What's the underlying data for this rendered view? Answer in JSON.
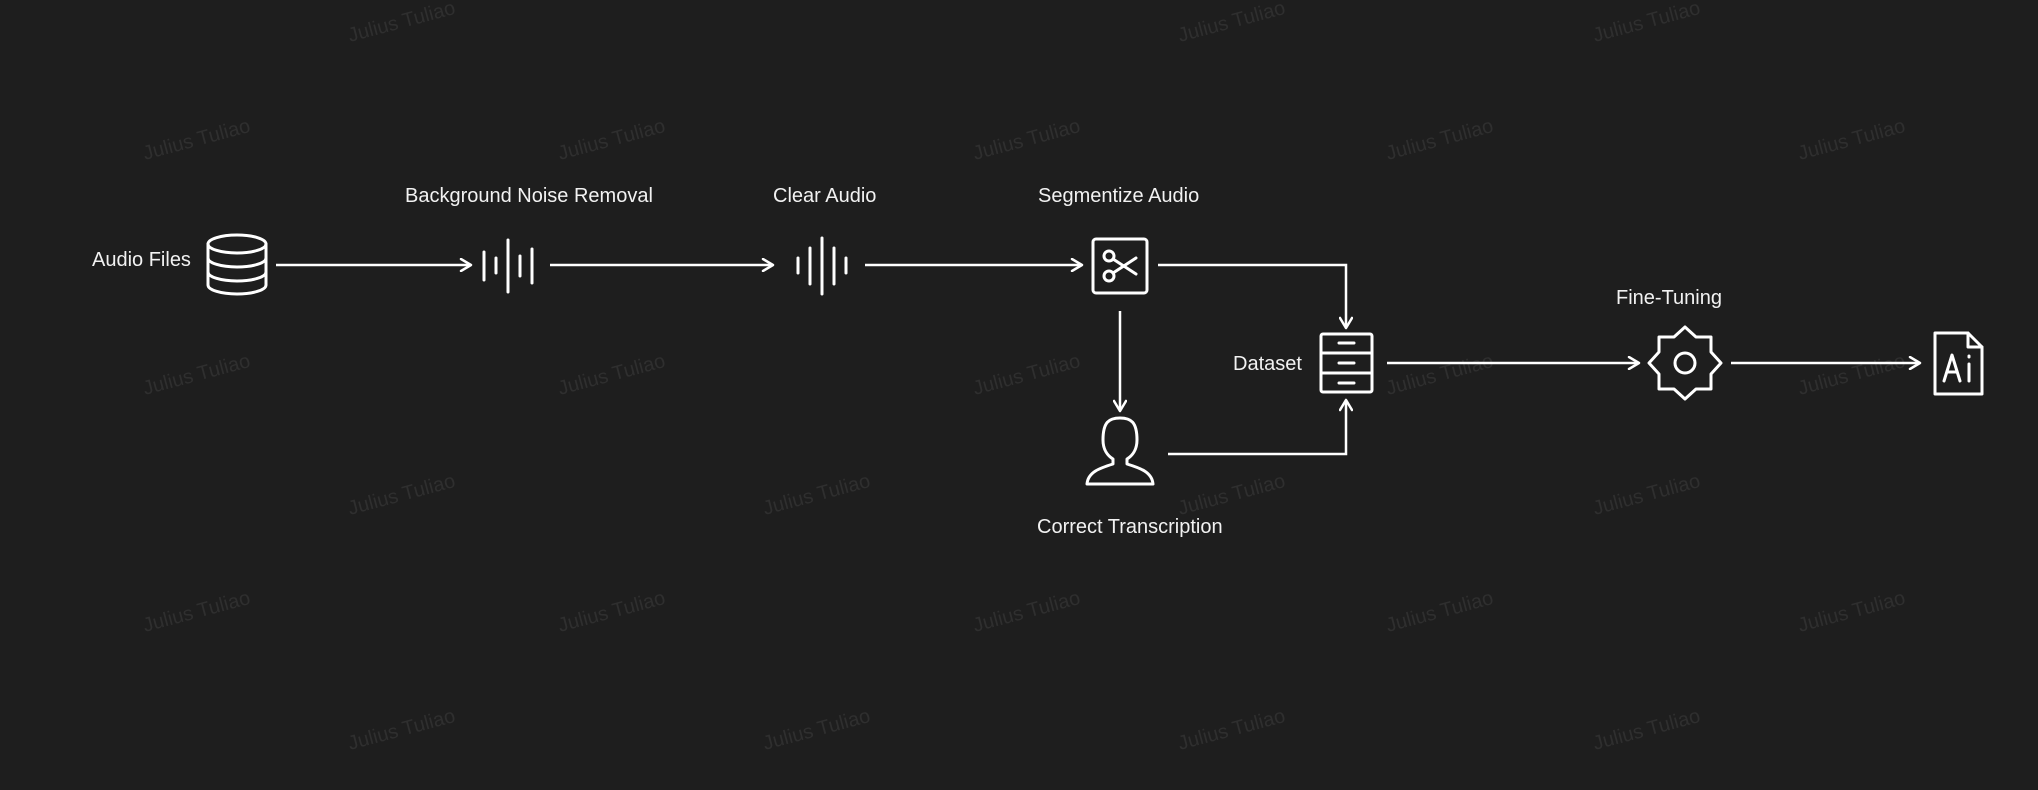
{
  "diagram": {
    "watermark_text": "Julius Tuliao",
    "nodes": {
      "audio_files": {
        "label": "Audio Files",
        "icon": "database-icon"
      },
      "background_noise_removal": {
        "label": "Background Noise Removal",
        "icon": "waveform-icon"
      },
      "clear_audio": {
        "label": "Clear Audio",
        "icon": "waveform-icon"
      },
      "segmentize_audio": {
        "label": "Segmentize Audio",
        "icon": "scissors-icon"
      },
      "dataset": {
        "label": "Dataset",
        "icon": "server-stack-icon"
      },
      "correct_transcription": {
        "label": "Correct Transcription",
        "icon": "person-icon"
      },
      "fine_tuning": {
        "label": "Fine-Tuning",
        "icon": "gear-icon"
      },
      "ai_model": {
        "label": "",
        "icon": "ai-file-icon"
      }
    },
    "edges": [
      {
        "from": "audio_files",
        "to": "background_noise_removal"
      },
      {
        "from": "background_noise_removal",
        "to": "clear_audio"
      },
      {
        "from": "clear_audio",
        "to": "segmentize_audio"
      },
      {
        "from": "segmentize_audio",
        "to": "dataset"
      },
      {
        "from": "segmentize_audio",
        "to": "correct_transcription"
      },
      {
        "from": "correct_transcription",
        "to": "dataset"
      },
      {
        "from": "dataset",
        "to": "fine_tuning"
      },
      {
        "from": "fine_tuning",
        "to": "ai_model"
      }
    ],
    "colors": {
      "background": "#1e1e1e",
      "foreground": "#ffffff",
      "watermark": "#2f2f2f"
    }
  }
}
